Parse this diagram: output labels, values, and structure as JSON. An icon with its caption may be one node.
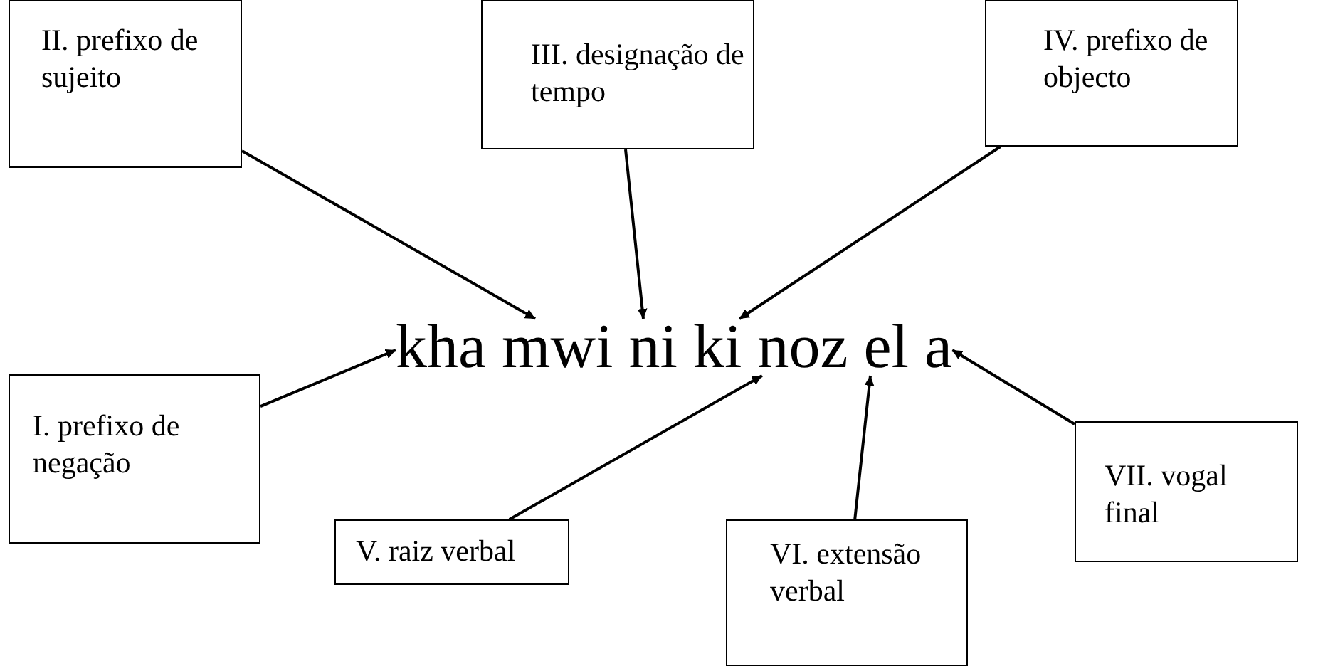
{
  "diagram": {
    "nodes": [
      {
        "text": [
          "II. prefixo de sujeito"
        ]
      },
      {
        "text": [
          "III. designação de tempo"
        ]
      },
      {
        "text": [
          "IV. prefixo de objecto"
        ]
      },
      {
        "text": [
          "kha"
        ]
      },
      {
        "text": [
          "mwi"
        ]
      },
      {
        "text": [
          "ni"
        ]
      },
      {
        "text": [
          "ki"
        ]
      },
      {
        "text": [
          "noz"
        ]
      },
      {
        "text": [
          "el"
        ]
      },
      {
        "text": [
          "a"
        ]
      },
      {
        "text": [
          "I. prefixo de negação"
        ]
      },
      {
        "text": [
          "VII. vogal final"
        ]
      },
      {
        "text": [
          "V. raiz verbal"
        ]
      },
      {
        "text": [
          "VI. extensão verbal"
        ]
      }
    ],
    "edges": [
      {
        "from": 10,
        "to": 3,
        "arrow": "to"
      },
      {
        "from": 0,
        "to": 4,
        "arrow": "to"
      },
      {
        "from": 1,
        "to": 5,
        "arrow": "to"
      },
      {
        "from": 2,
        "to": 6,
        "arrow": "to"
      },
      {
        "from": 12,
        "to": 7,
        "arrow": "to"
      },
      {
        "from": 13,
        "to": 8,
        "arrow": "to"
      },
      {
        "from": 11,
        "to": 9,
        "arrow": "to"
      }
    ]
  }
}
